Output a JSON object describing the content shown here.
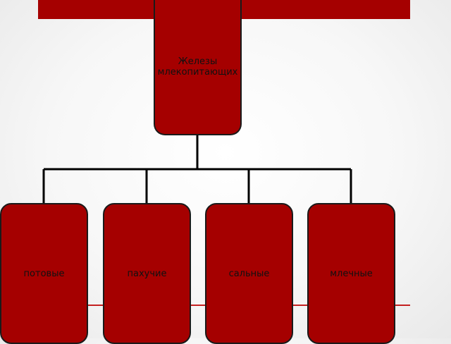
{
  "diagram": {
    "root": {
      "label": "Железы млекопитающих"
    },
    "children": [
      {
        "label": "потовые"
      },
      {
        "label": "пахучие"
      },
      {
        "label": "сальные"
      },
      {
        "label": "млечные"
      }
    ]
  },
  "colors": {
    "node_fill": "#a50000",
    "node_border": "#1a1a1a",
    "accent_bar": "#a50000",
    "background": "#f4f4f4"
  }
}
